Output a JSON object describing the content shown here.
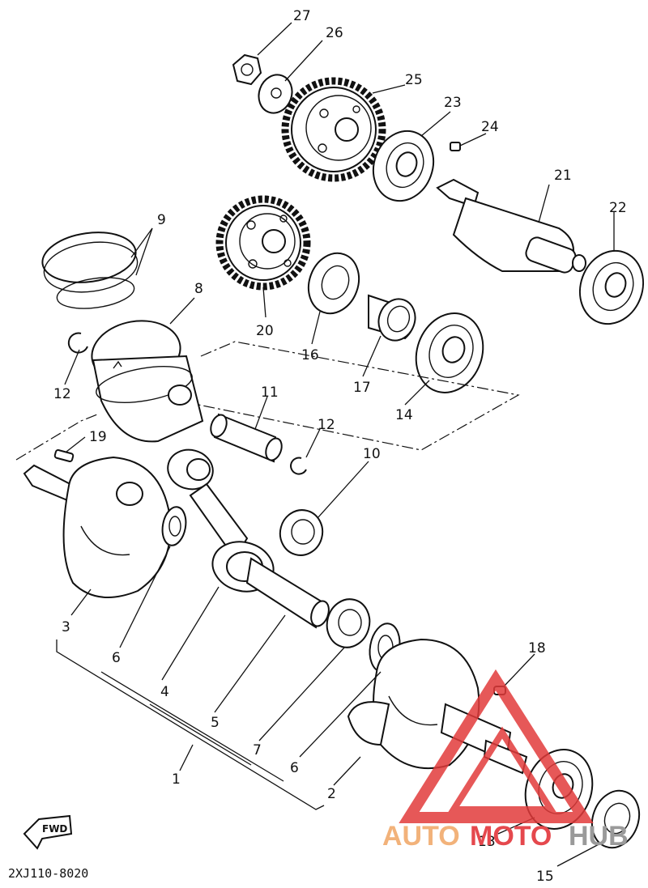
{
  "diagram_code": "2XJ110-8020",
  "fwd_label": "FWD",
  "watermark": {
    "word_a": "AUTO",
    "word_b": "MOTO",
    "word_c": "HUB",
    "color_a": "#f2b27a",
    "color_b": "#e5484d",
    "color_c": "#9a9a9a",
    "logo_color": "#e23b3b"
  },
  "callouts": [
    {
      "id": "27",
      "label": "27"
    },
    {
      "id": "26",
      "label": "26"
    },
    {
      "id": "25",
      "label": "25"
    },
    {
      "id": "23",
      "label": "23"
    },
    {
      "id": "24",
      "label": "24"
    },
    {
      "id": "21",
      "label": "21"
    },
    {
      "id": "22",
      "label": "22"
    },
    {
      "id": "9",
      "label": "9"
    },
    {
      "id": "8",
      "label": "8"
    },
    {
      "id": "20",
      "label": "20"
    },
    {
      "id": "16",
      "label": "16"
    },
    {
      "id": "17",
      "label": "17"
    },
    {
      "id": "14",
      "label": "14"
    },
    {
      "id": "12a",
      "label": "12"
    },
    {
      "id": "11",
      "label": "11"
    },
    {
      "id": "12b",
      "label": "12"
    },
    {
      "id": "19",
      "label": "19"
    },
    {
      "id": "10",
      "label": "10"
    },
    {
      "id": "3",
      "label": "3"
    },
    {
      "id": "6a",
      "label": "6"
    },
    {
      "id": "4",
      "label": "4"
    },
    {
      "id": "5",
      "label": "5"
    },
    {
      "id": "7",
      "label": "7"
    },
    {
      "id": "18",
      "label": "18"
    },
    {
      "id": "1",
      "label": "1"
    },
    {
      "id": "6b",
      "label": "6"
    },
    {
      "id": "2",
      "label": "2"
    },
    {
      "id": "13",
      "label": "13"
    },
    {
      "id": "15",
      "label": "15"
    }
  ]
}
